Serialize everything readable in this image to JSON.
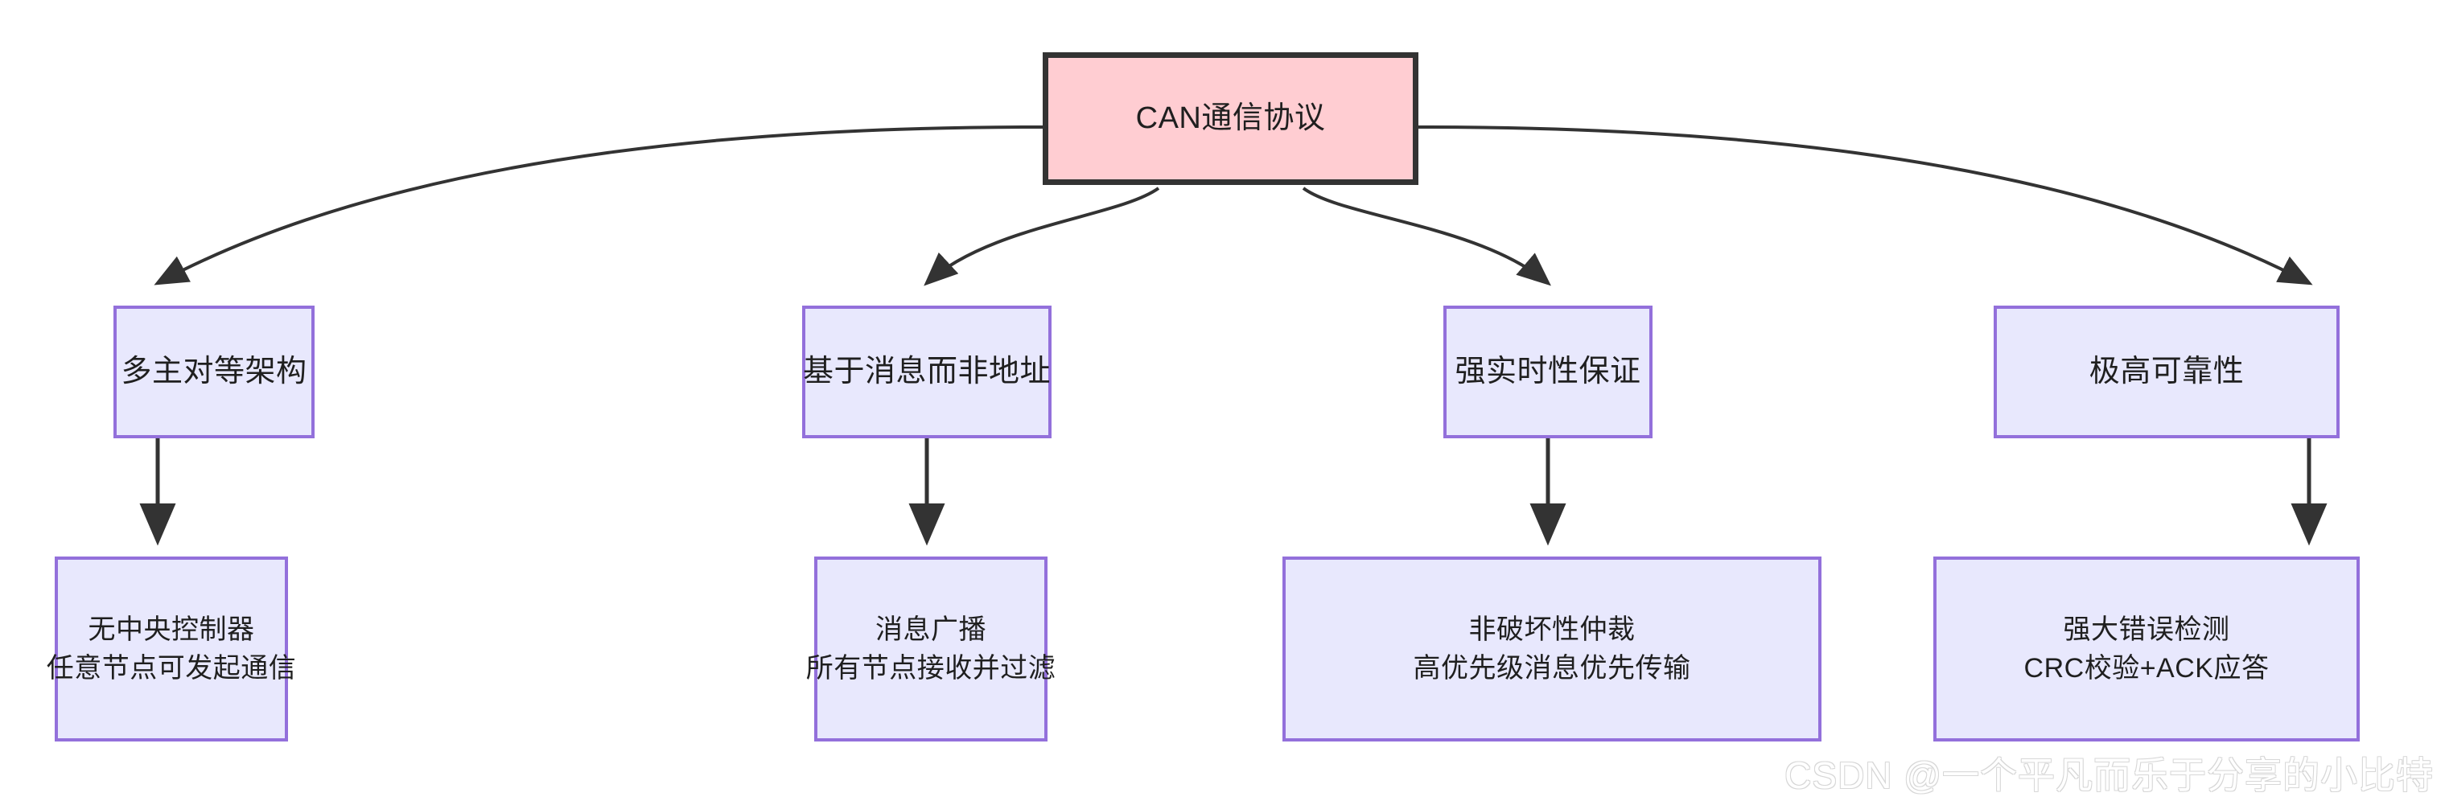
{
  "diagram": {
    "type": "flowchart-tree",
    "direction": "top-down",
    "colors": {
      "root_fill": "#ffcdd2",
      "root_border": "#333333",
      "node_fill": "#e8e8fd",
      "node_border": "#9370db",
      "edge": "#333333",
      "text": "#1f1f1f",
      "background": "#ffffff"
    },
    "root": {
      "label": "CAN通信协议"
    },
    "branches": [
      {
        "label": "多主对等架构",
        "leaf": {
          "line1": "无中央控制器",
          "line2": "任意节点可发起通信"
        }
      },
      {
        "label": "基于消息而非地址",
        "leaf": {
          "line1": "消息广播",
          "line2": "所有节点接收并过滤"
        }
      },
      {
        "label": "强实时性保证",
        "leaf": {
          "line1": "非破坏性仲裁",
          "line2": "高优先级消息优先传输"
        }
      },
      {
        "label": "极高可靠性",
        "leaf": {
          "line1": "强大错误检测",
          "line2": "CRC校验+ACK应答"
        }
      }
    ]
  },
  "watermark": {
    "text": "CSDN @一个平凡而乐于分享的小比特"
  }
}
